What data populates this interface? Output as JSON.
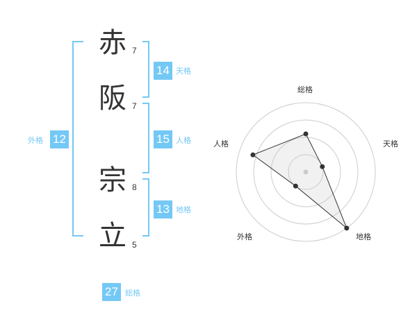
{
  "characters": [
    {
      "char": "赤",
      "strokes": "7"
    },
    {
      "char": "阪",
      "strokes": "7"
    },
    {
      "char": "宗",
      "strokes": "8"
    },
    {
      "char": "立",
      "strokes": "5"
    }
  ],
  "grids": {
    "tenkaku": {
      "value": "14",
      "label": "天格"
    },
    "jinkaku": {
      "value": "15",
      "label": "人格"
    },
    "chikaku": {
      "value": "13",
      "label": "地格"
    },
    "gaikaku": {
      "value": "12",
      "label": "外格"
    },
    "soukaku": {
      "value": "27",
      "label": "総格"
    }
  },
  "colors": {
    "accent": "#74c8f5",
    "text": "#333333",
    "grid": "#cccccc"
  },
  "chart_data": {
    "type": "radar",
    "axes": [
      "総格",
      "天格",
      "地格",
      "外格",
      "人格"
    ],
    "rings": 4,
    "values": [
      0.55,
      0.25,
      1.0,
      0.25,
      0.8
    ]
  }
}
